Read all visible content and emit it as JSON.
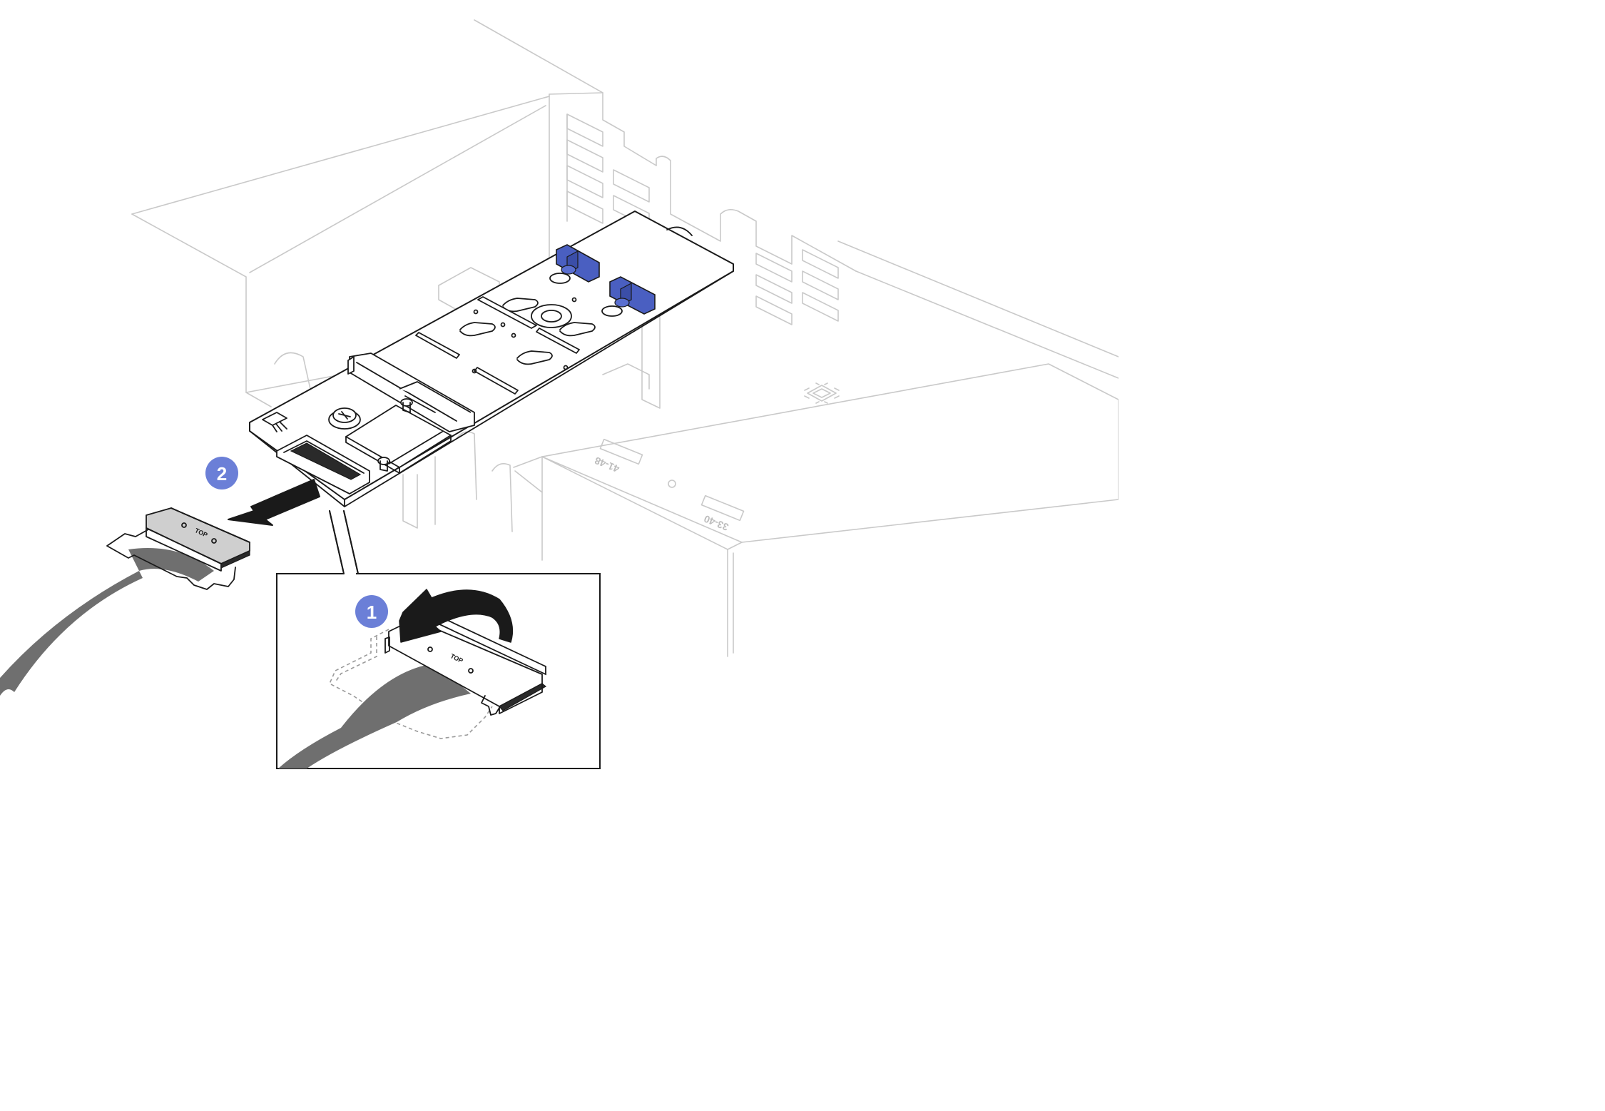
{
  "colors": {
    "callout": "#6b7fd7",
    "latch_blue": "#4a5fc1",
    "cable_gray": "#6f6f6f",
    "chassis_line": "#c9c9c9",
    "ink": "#1a1a1a"
  },
  "callouts": {
    "step1": "1",
    "step2": "2"
  },
  "connector_labels": {
    "main": "TOP",
    "inset": "TOP"
  },
  "chassis_labels": {
    "bay_a": "41-48",
    "bay_b": "33-40"
  },
  "icons": {
    "processor": "processor-icon",
    "arrow_remove": "arrow-remove-icon",
    "arrow_rotate": "arrow-rotate-icon"
  }
}
